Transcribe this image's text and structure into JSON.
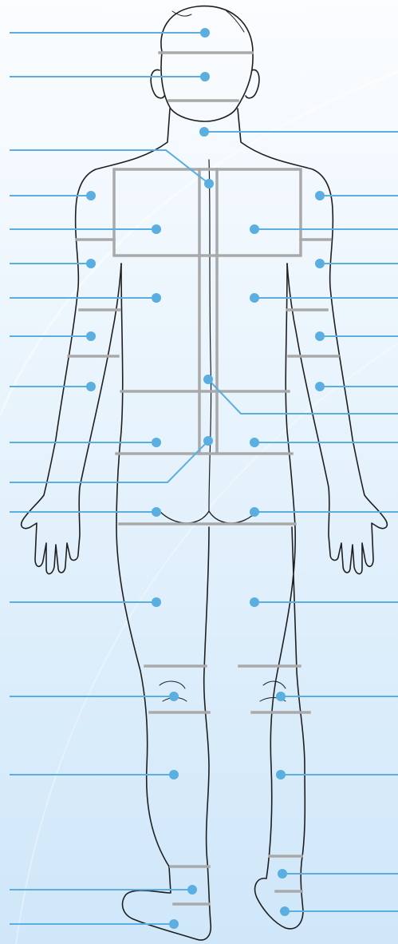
{
  "diagram": {
    "background_top": "#fbfdff",
    "background_bottom": "#cfe7f9",
    "accent": "#5aaee0",
    "outline": "#1f1f1f",
    "grid": "#a9a9a9",
    "callouts": [
      {
        "id": "head-upper",
        "side": "left"
      },
      {
        "id": "head-lower",
        "side": "left"
      },
      {
        "id": "neck-back",
        "side": "right"
      },
      {
        "id": "spine-upper",
        "side": "left"
      },
      {
        "id": "shoulder-right",
        "side": "left"
      },
      {
        "id": "shoulder-left",
        "side": "right"
      },
      {
        "id": "upper-back-right",
        "side": "left"
      },
      {
        "id": "upper-back-left",
        "side": "right"
      },
      {
        "id": "upper-arm-right",
        "side": "left"
      },
      {
        "id": "upper-arm-left",
        "side": "right"
      },
      {
        "id": "mid-back-right",
        "side": "left"
      },
      {
        "id": "mid-back-left",
        "side": "right"
      },
      {
        "id": "elbow-right",
        "side": "left"
      },
      {
        "id": "elbow-left",
        "side": "right"
      },
      {
        "id": "forearm-right",
        "side": "left"
      },
      {
        "id": "forearm-left",
        "side": "right"
      },
      {
        "id": "spine-mid",
        "side": "right"
      },
      {
        "id": "lower-back-right",
        "side": "left"
      },
      {
        "id": "lower-back-left",
        "side": "right"
      },
      {
        "id": "sacrum",
        "side": "left"
      },
      {
        "id": "buttock-right",
        "side": "left"
      },
      {
        "id": "buttock-left",
        "side": "right"
      },
      {
        "id": "thigh-right",
        "side": "left"
      },
      {
        "id": "thigh-left",
        "side": "right"
      },
      {
        "id": "knee-right",
        "side": "left"
      },
      {
        "id": "knee-left",
        "side": "right"
      },
      {
        "id": "calf-right",
        "side": "left"
      },
      {
        "id": "calf-left",
        "side": "right"
      },
      {
        "id": "ankle-right",
        "side": "left"
      },
      {
        "id": "ankle-left",
        "side": "right"
      },
      {
        "id": "heel-right",
        "side": "left"
      },
      {
        "id": "heel-left",
        "side": "right"
      }
    ]
  }
}
